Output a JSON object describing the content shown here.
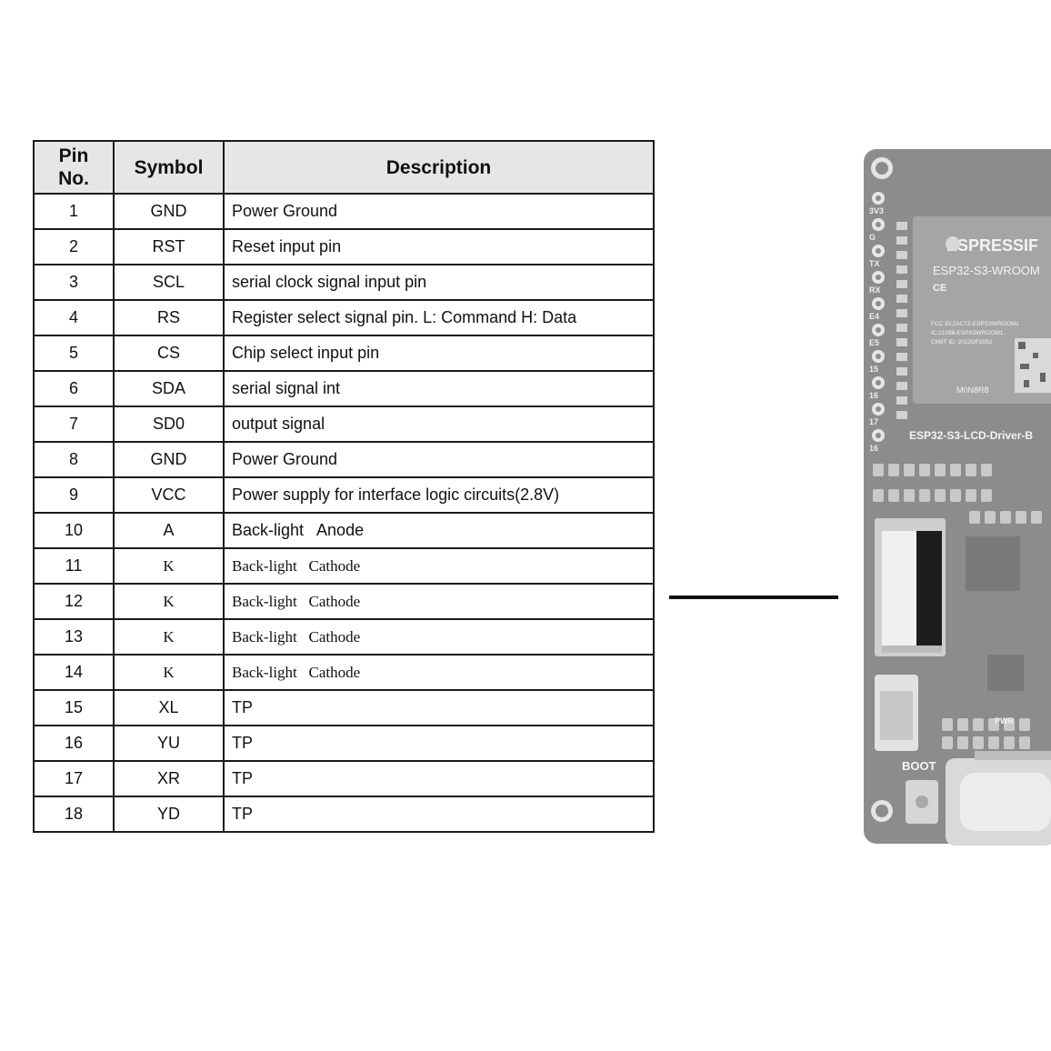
{
  "table": {
    "headers": {
      "pin": "Pin\nNo.",
      "symbol": "Symbol",
      "description": "Description"
    },
    "rows": [
      {
        "pin": "1",
        "symbol": "GND",
        "description": "Power Ground",
        "serif": false
      },
      {
        "pin": "2",
        "symbol": "RST",
        "description": "Reset input pin",
        "serif": false
      },
      {
        "pin": "3",
        "symbol": "SCL",
        "description": "serial clock signal input pin",
        "serif": false
      },
      {
        "pin": "4",
        "symbol": "RS",
        "description": "Register select signal pin. L: Command H: Data",
        "serif": false
      },
      {
        "pin": "5",
        "symbol": "CS",
        "description": "Chip select input pin",
        "serif": false
      },
      {
        "pin": "6",
        "symbol": "SDA",
        "description": "serial signal int",
        "serif": false
      },
      {
        "pin": "7",
        "symbol": "SD0",
        "description": "output signal",
        "serif": false
      },
      {
        "pin": "8",
        "symbol": "GND",
        "description": "Power Ground",
        "serif": false
      },
      {
        "pin": "9",
        "symbol": "VCC",
        "description": "Power supply for interface logic circuits(2.8V)",
        "serif": false
      },
      {
        "pin": "10",
        "symbol": "A",
        "description": "Back-light   Anode",
        "serif": false
      },
      {
        "pin": "11",
        "symbol": "K",
        "description": "Back-light   Cathode",
        "serif": true
      },
      {
        "pin": "12",
        "symbol": "K",
        "description": "Back-light   Cathode",
        "serif": true
      },
      {
        "pin": "13",
        "symbol": "K",
        "description": "Back-light   Cathode",
        "serif": true
      },
      {
        "pin": "14",
        "symbol": "K",
        "description": "Back-light   Cathode",
        "serif": true
      },
      {
        "pin": "15",
        "symbol": "XL",
        "description": "TP",
        "serif": false
      },
      {
        "pin": "16",
        "symbol": "YU",
        "description": "TP",
        "serif": false
      },
      {
        "pin": "17",
        "symbol": "XR",
        "description": "TP",
        "serif": false
      },
      {
        "pin": "18",
        "symbol": "YD",
        "description": "TP",
        "serif": false
      }
    ]
  },
  "board": {
    "pin_labels": [
      "3V3",
      "G",
      "TX",
      "RX",
      "E4",
      "E5",
      "15",
      "16",
      "17",
      "16"
    ],
    "module_brand": "ESPRESSIF",
    "module_name": "ESP32-S3-WROOM",
    "module_id_lines": [
      "FCC ID:2AC7Z-ESPS3WROOM1",
      "IC:21098-ESPS3WROOM1",
      "CMIIT ID: 2022DP2052"
    ],
    "module_code": "M0N8R8",
    "board_name": "ESP32-S3-LCD-Driver-B",
    "pwr_label": "PWR",
    "boot_label": "BOOT",
    "colors": {
      "pcb": "#8c8c8c",
      "module": "#a5a5a5",
      "connector": "#1c1c1c"
    }
  }
}
